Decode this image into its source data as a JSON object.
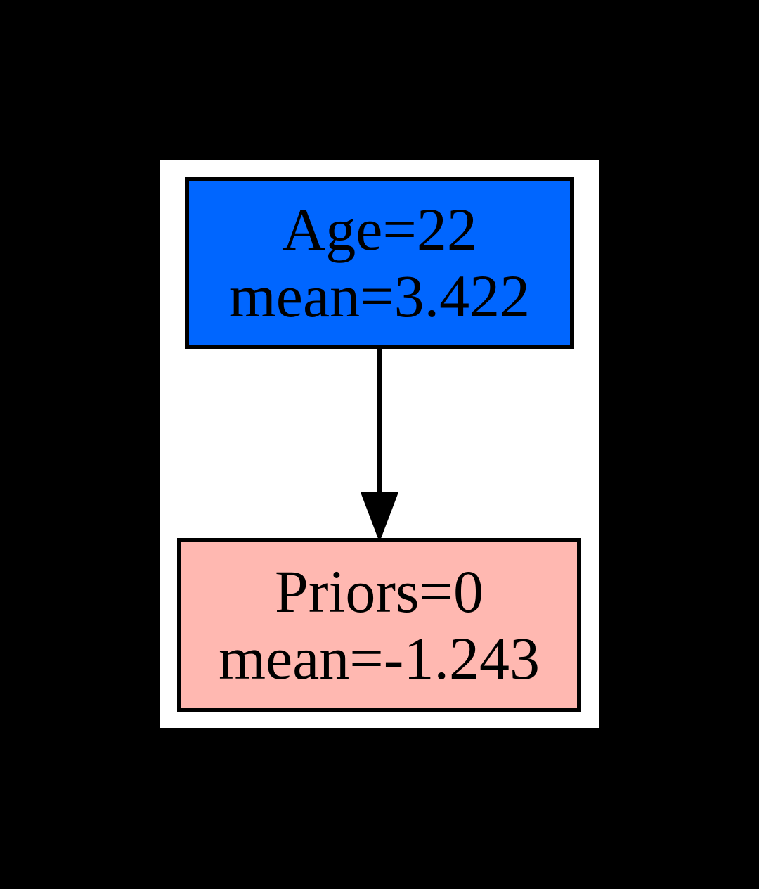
{
  "window": {
    "background_color": "#000000",
    "canvas_color": "#ffffff"
  },
  "graph": {
    "type": "directed-graph",
    "nodes": [
      {
        "id": "age",
        "lines": [
          "Age=22",
          "mean=3.422"
        ],
        "fill": "#0066ff",
        "border_color": "#000000",
        "text_color": "#000000"
      },
      {
        "id": "priors",
        "lines": [
          "Priors=0",
          "mean=-1.243"
        ],
        "fill": "#ffb8b1",
        "border_color": "#000000",
        "text_color": "#000000"
      }
    ],
    "edges": [
      {
        "from": "Age=22",
        "to": "Priors=0",
        "style": "solid",
        "arrow": "filled-triangle-down",
        "color": "#000000"
      }
    ]
  }
}
